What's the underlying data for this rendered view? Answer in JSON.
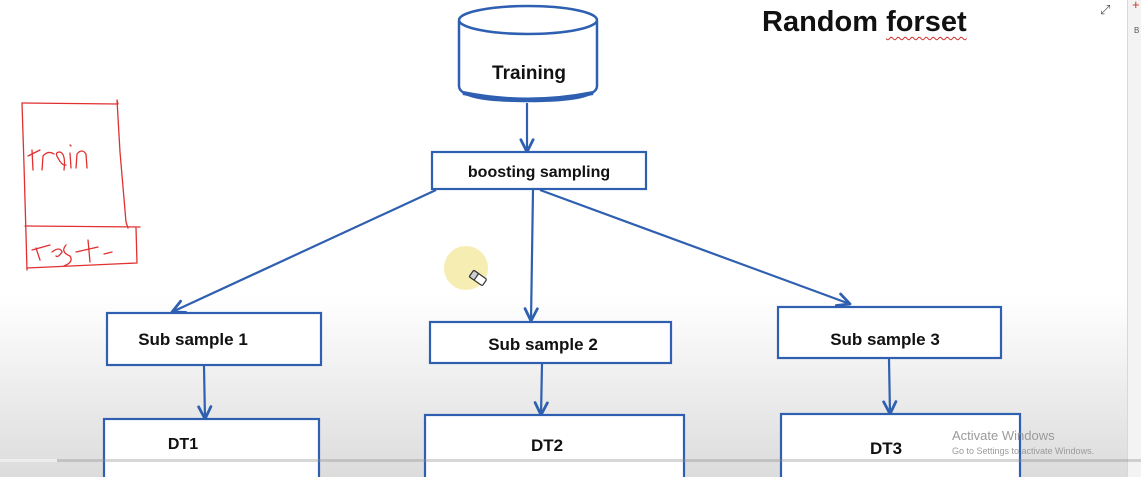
{
  "title": {
    "word1": "Random",
    "word2": "forset"
  },
  "nodes": {
    "training": "Training",
    "boosting_sampling": "boosting sampling",
    "sub_sample_1": "Sub sample 1",
    "sub_sample_2": "Sub sample 2",
    "sub_sample_3": "Sub sample 3",
    "dt1": "DT1",
    "dt2": "DT2",
    "dt3": "DT3"
  },
  "watermark": {
    "line1": "Activate Windows",
    "line2": "Go to Settings to activate Windows."
  },
  "sidebar_strip": {
    "tab_label": "B"
  },
  "video_progress": 0.05,
  "colors": {
    "box_stroke": "#2e5fb0",
    "arrow": "#2e5fb0",
    "handwriting": "#e03030",
    "cursor_highlight": "#f3e79a"
  },
  "icons": {
    "expand": "expand-icon",
    "cursor": "eraser-cursor-icon",
    "add": "plus-icon"
  }
}
